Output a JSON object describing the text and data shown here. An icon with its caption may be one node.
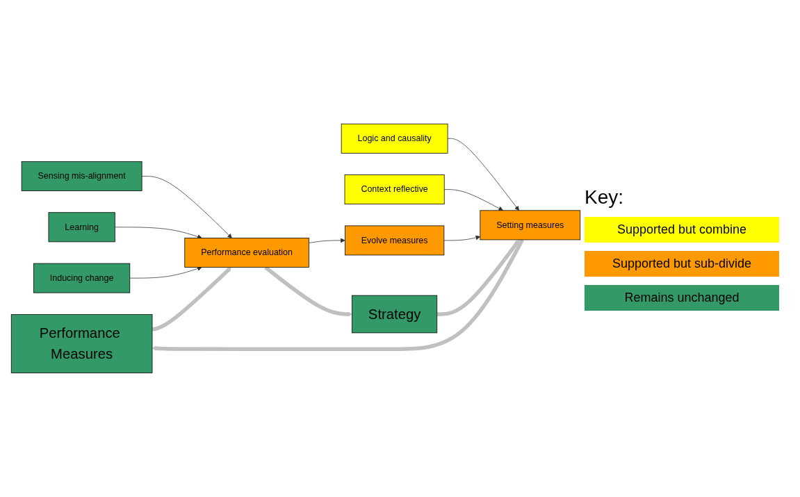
{
  "diagram": {
    "nodes": [
      {
        "text": [
          "Performance Measures"
        ]
      },
      {
        "text": [
          "Logic and causality"
        ]
      },
      {
        "text": [
          "Context reflective"
        ]
      },
      {
        "text": [
          "Setting measures"
        ]
      },
      {
        "text": [
          "Evolve measures"
        ]
      },
      {
        "text": [
          "Performance evaluation"
        ]
      },
      {
        "text": [
          "Sensing mis-alignment"
        ]
      },
      {
        "text": [
          "Learning"
        ]
      },
      {
        "text": [
          "Inducing change"
        ]
      },
      {
        "text": [
          "Strategy"
        ]
      }
    ],
    "edges": [
      {
        "from": 1,
        "to": 3,
        "arrow": "to"
      },
      {
        "from": 2,
        "to": 3,
        "arrow": "to"
      },
      {
        "from": 4,
        "to": 3,
        "arrow": "to"
      },
      {
        "from": 5,
        "to": 4,
        "arrow": "to"
      },
      {
        "from": 6,
        "to": 5,
        "arrow": "to"
      },
      {
        "from": 7,
        "to": 5,
        "arrow": "to"
      },
      {
        "from": 8,
        "to": 5,
        "arrow": "to"
      },
      {
        "from": 3,
        "to": 0,
        "arrow": "to",
        "style": "thick",
        "color": "#c0c0c0"
      },
      {
        "from": 9,
        "to": 3,
        "arrow": "to",
        "style": "thick",
        "color": "#c0c0c0"
      },
      {
        "from": 0,
        "to": 5,
        "arrow": "to",
        "style": "thick",
        "color": "#c0c0c0"
      },
      {
        "from": 5,
        "to": 9,
        "arrow": "to",
        "style": "thick",
        "color": "#c0c0c0"
      }
    ],
    "labels": [
      "Key:"
    ],
    "legend": [
      {
        "text": "Supported but combine",
        "color": "#ffff00"
      },
      {
        "text": "Supported but sub-divide",
        "color": "#ff9900"
      },
      {
        "text": "Remains unchanged",
        "color": "#339966"
      }
    ]
  }
}
